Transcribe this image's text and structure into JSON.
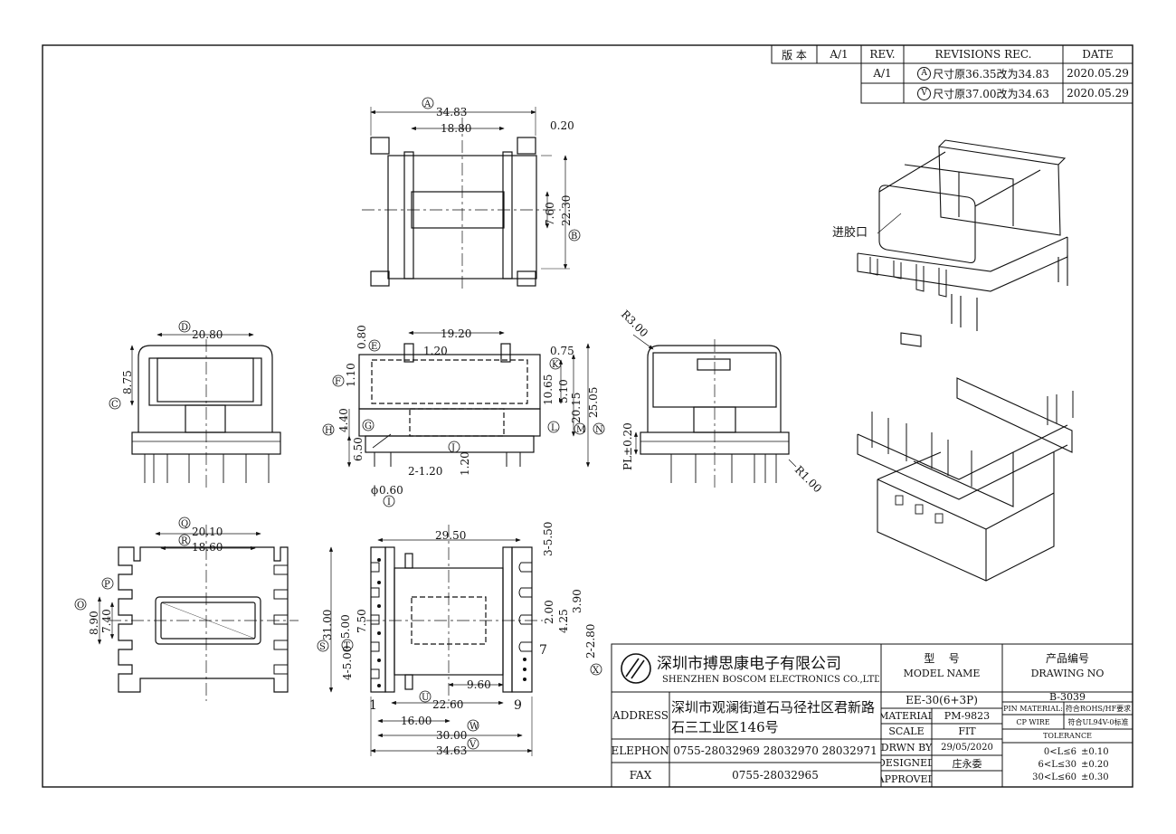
{
  "revision_table": {
    "version_label": "版 本",
    "version_value": "A/1",
    "rev_header": "REV.",
    "records_header": "REVISIONS REC.",
    "date_header": "DATE",
    "rows": [
      {
        "rev": "A/1",
        "mark": "A",
        "text": "尺寸原36.35改为34.83",
        "date": "2020.05.29"
      },
      {
        "rev": "",
        "mark": "V",
        "text": "尺寸原37.00改为34.63",
        "date": "2020.05.29"
      }
    ]
  },
  "dimensions": {
    "top_view": {
      "A": "34.83",
      "width_inner": "18.80",
      "gap": "0.20",
      "window": "7.60",
      "B": "22.30"
    },
    "front_view": {
      "D": "20.80",
      "height": "8.75",
      "C": "C"
    },
    "side_view": {
      "top_len": "19.20",
      "E": "0.80",
      "flange": "1.20",
      "right_top": "0.75",
      "F": "1.10",
      "K": "10.65",
      "win": "5.10",
      "M": "20.15",
      "N": "25.05",
      "H": "4.40",
      "G": "G",
      "L": "L",
      "pin_len": "6.50",
      "J": "1.20",
      "pin_pitch": "2-1.20",
      "pin_dia": "0.60",
      "I": "I"
    },
    "end_view": {
      "R3": "R3.00",
      "PL": "PL±0.20",
      "R1": "R1.00"
    },
    "bottom_left": {
      "Q": "20.10",
      "R": "18.60",
      "O": "8.90",
      "P": "7.40"
    },
    "bottom_center": {
      "width": "29.50",
      "notch": "3-5.50",
      "pitch_a": "2.00",
      "pitch_b": "3.90",
      "left_h": "31.00",
      "left_b": "5.00",
      "left_c": "7.50",
      "left_d": "4-5.00",
      "pin_a": "4.25",
      "pin_b": "2-2.80",
      "X": "X",
      "mid": "9.60",
      "U": "22.60",
      "base": "16.00",
      "W": "30.00",
      "V": "34.63",
      "pin1": "1",
      "pin9": "9"
    }
  },
  "iso_label": "进胶口",
  "company": {
    "name_cn": "深圳市搏思康电子有限公司",
    "name_en": "SHENZHEN BOSCOM ELECTRONICS CO.,LTD",
    "address_label": "ADDRESS",
    "address_line1": "深圳市观澜街道石马径社区君新路",
    "address_line2": "石三工业区146号",
    "telephone_label": "TELEPHONE",
    "telephone": "0755-28032969 28032970 28032971",
    "fax_label": "FAX",
    "fax": "0755-28032965"
  },
  "model": {
    "label_cn": "型    号",
    "label_en": "MODEL NAME",
    "value": "EE-30(6+3P)"
  },
  "drawing_no": {
    "label_cn": "产品编号",
    "label_en": "DRAWING NO",
    "value": "B-3039"
  },
  "material": {
    "label": "MATERIAL",
    "value": "PM-9823"
  },
  "scale": {
    "label": "SCALE",
    "value": "FIT"
  },
  "drawn_by": {
    "label": "DRWN BY",
    "value": "29/05/2020"
  },
  "designed": {
    "label": "DESIGNED",
    "value": "庄永委"
  },
  "approved": {
    "label": "APPROVED",
    "value": ""
  },
  "pin_material": {
    "label": "PIN MATERIAL:",
    "value": "符合ROHS/HF要求"
  },
  "cp_wire": {
    "label": "CP WIRE",
    "value": "符合UL94V-0标准"
  },
  "tolerance": {
    "label": "TOLERANCE",
    "rows": [
      {
        "range": "0<L≤6",
        "value": "±0.10"
      },
      {
        "range": "6<L≤30",
        "value": "±0.20"
      },
      {
        "range": "30<L≤60",
        "value": "±0.30"
      }
    ]
  }
}
